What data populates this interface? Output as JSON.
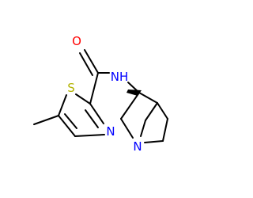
{
  "molecule": {
    "atoms": {
      "amide_oxygen": {
        "symbol": "O",
        "color": "#ff0000"
      },
      "amide_nitrogen": {
        "symbol": "NH",
        "color": "#0000ff"
      },
      "thiazole_sulfur": {
        "symbol": "S",
        "color": "#b2b200"
      },
      "thiazole_nitrogen": {
        "symbol": "N",
        "color": "#0000ff"
      },
      "bridgehead_nitrogen": {
        "symbol": "N",
        "color": "#0000ff"
      }
    },
    "bond_color": "#000000"
  }
}
